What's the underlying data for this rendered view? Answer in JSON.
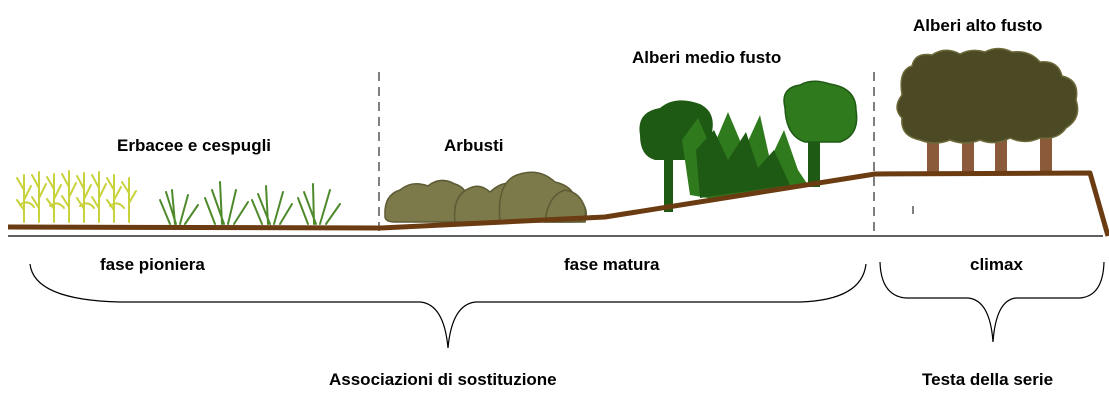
{
  "vegetation_labels": {
    "herbs": "Erbacee e cespugli",
    "shrubs": "Arbusti",
    "medium_trees": "Alberi medio fusto",
    "tall_trees": "Alberi alto fusto"
  },
  "phases": {
    "pioneer": "fase pioniera",
    "mature": "fase matura",
    "climax": "climax"
  },
  "groups": {
    "substitution": "Associazioni di sostituzione",
    "series_head": "Testa della serie"
  },
  "colors": {
    "ground": "#6b3b12",
    "grass_yellow": "#c8d23a",
    "grass_green": "#4e8a2c",
    "shrub": "#7c7a4a",
    "tree_dark": "#1f5a14",
    "tree_light": "#2f7a1c",
    "tall_tree_canopy": "#4b4a24",
    "trunk": "#8a5a3a",
    "divider": "#555555",
    "baseline": "#000000"
  }
}
